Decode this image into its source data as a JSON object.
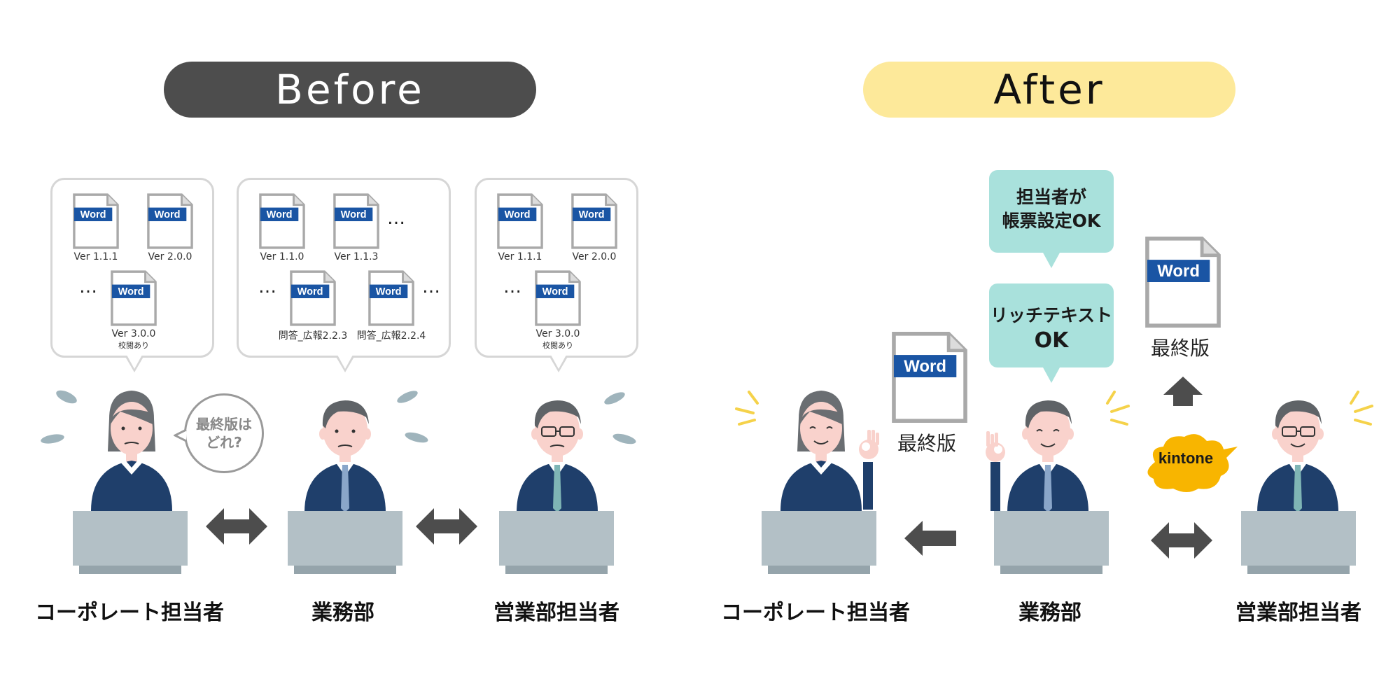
{
  "before": {
    "title": "Before",
    "bubbles": [
      {
        "docs": [
          {
            "icon_label": "Word",
            "version": "Ver 1.1.1",
            "note": ""
          },
          {
            "icon_label": "Word",
            "version": "Ver 2.0.0",
            "note": ""
          },
          {
            "icon_label": "Word",
            "version": "Ver 3.0.0",
            "note": "校閲あり"
          }
        ],
        "ellipsis": [
          "…"
        ]
      },
      {
        "docs": [
          {
            "icon_label": "Word",
            "version": "Ver 1.1.0",
            "note": ""
          },
          {
            "icon_label": "Word",
            "version": "Ver 1.1.3",
            "note": ""
          },
          {
            "icon_label": "Word",
            "version": "問答_広報2.2.3",
            "note": ""
          },
          {
            "icon_label": "Word",
            "version": "問答_広報2.2.4",
            "note": ""
          }
        ],
        "ellipsis": [
          "…",
          "…",
          "…"
        ]
      },
      {
        "docs": [
          {
            "icon_label": "Word",
            "version": "Ver 1.1.1",
            "note": ""
          },
          {
            "icon_label": "Word",
            "version": "Ver 2.0.0",
            "note": ""
          },
          {
            "icon_label": "Word",
            "version": "Ver 3.0.0",
            "note": "校閲あり"
          }
        ],
        "ellipsis": [
          "…"
        ]
      }
    ],
    "thought": {
      "line1": "最終版は",
      "line2": "どれ?"
    },
    "people": [
      "コーポレート担当者",
      "業務部",
      "営業部担当者"
    ]
  },
  "after": {
    "title": "After",
    "callout_top": {
      "line1": "担当者が",
      "line2": "帳票設定OK"
    },
    "callout_bottom": {
      "line1": "リッチテキスト",
      "line2": "OK"
    },
    "doc_left": {
      "icon_label": "Word",
      "label": "最終版"
    },
    "doc_right": {
      "icon_label": "Word",
      "label": "最終版"
    },
    "kintone_label": "kintone",
    "people": [
      "コーポレート担当者",
      "業務部",
      "営業部担当者"
    ]
  },
  "colors": {
    "word_blue": "#1a55a4",
    "suit_navy": "#1f3f6b",
    "laptop_gray": "#b3c0c6",
    "teal": "#a9e1dc",
    "kintone_yellow": "#f8b500",
    "arrow_gray": "#4d4d4d"
  }
}
